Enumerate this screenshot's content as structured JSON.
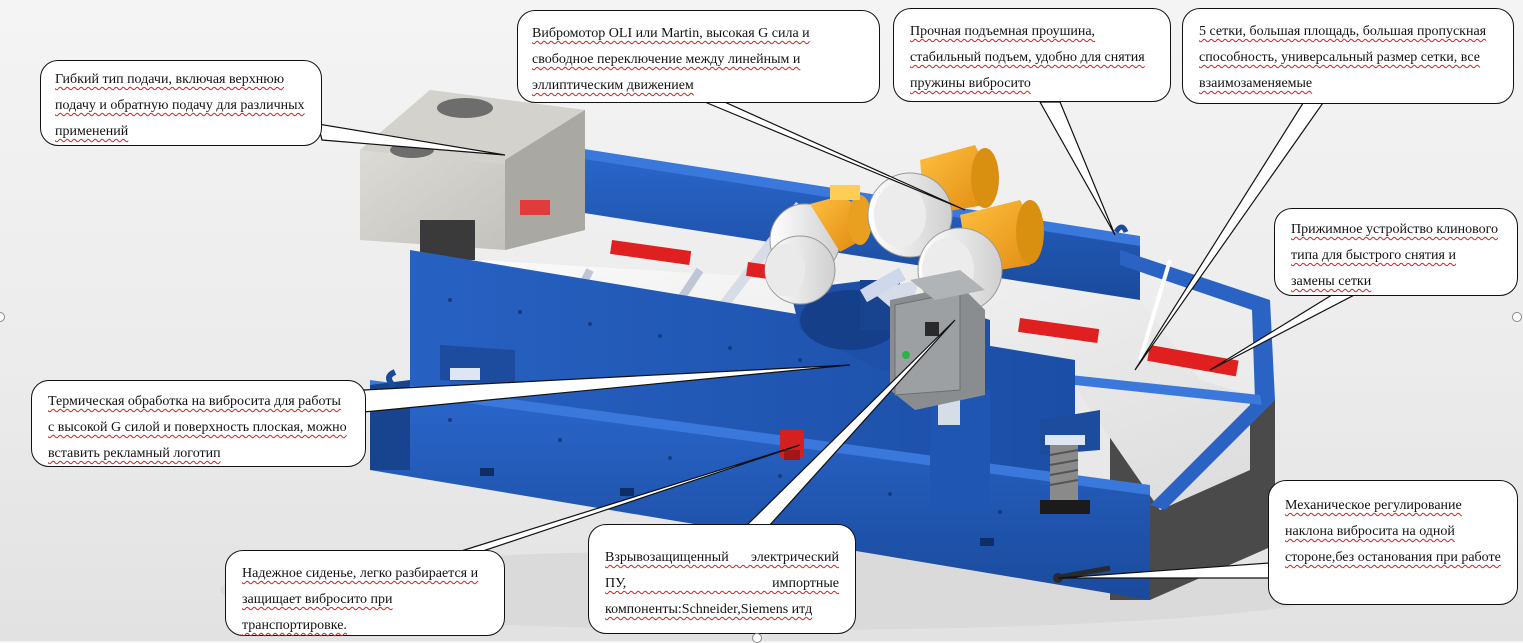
{
  "callouts": {
    "feed": "Гибкий тип подачи, включая верхнюю подачу и обратную подачу для различных применений",
    "motor": "Вибромотор OLI или Martin,   высокая G сила и свободное переключение между линейным и эллиптическим движением",
    "lifting": "Прочная подъемная проушина, стабильный подъем, удобно для снятия пружины вибросито",
    "screens": "5 сетки, большая площадь, большая пропускная способность, универсальный размер сетки, все взаимозаменяемые",
    "wedge": "Прижимное устройство клинового типа для быстрого снятия и замены сетки",
    "thermal": "Термическая обработка на вибросита для работы с высокой G силой и поверхность плоская, можно вставить рекламный логотип",
    "seat": "Надежное сиденье, легко разбирается и защищает вибросито при транспортировке.",
    "panel": "Взрывозащищенный электрический ПУ, импортные компоненты:Schneider,Siemens итд",
    "angle": "Механическое регулирование наклона вибросита на одной стороне,без останования при работе"
  },
  "colors": {
    "frame_blue": "#2159b8",
    "frame_blue_dark": "#163f8a",
    "motor_orange": "#f0a020",
    "motor_grey": "#e6e6e6",
    "wedge_red": "#e02020"
  },
  "icons": [
    "shale-shaker-illustration"
  ]
}
